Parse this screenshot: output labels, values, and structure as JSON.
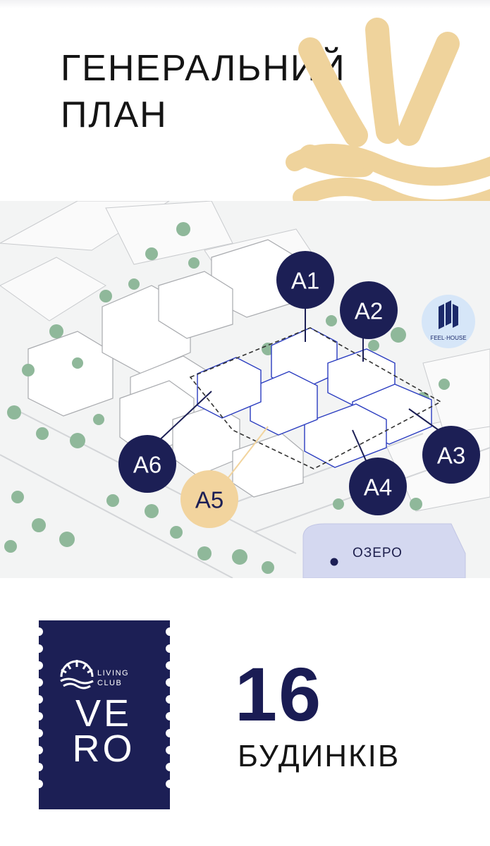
{
  "header": {
    "title_line1": "ГЕНЕРАЛЬНИЙ",
    "title_line2": "ПЛАН"
  },
  "map": {
    "markers": [
      {
        "id": "a1",
        "label": "А1",
        "style": "navy"
      },
      {
        "id": "a2",
        "label": "А2",
        "style": "navy"
      },
      {
        "id": "a3",
        "label": "А3",
        "style": "navy"
      },
      {
        "id": "a4",
        "label": "А4",
        "style": "navy"
      },
      {
        "id": "a5",
        "label": "А5",
        "style": "beige"
      },
      {
        "id": "a6",
        "label": "А6",
        "style": "navy"
      }
    ],
    "feel_house_label": "FEEL·HOUSE",
    "lake_label": "ОЗЕРО"
  },
  "logo": {
    "line1": "LIVING",
    "line2": "CLUB",
    "name_line1": "VE",
    "name_line2": "RO"
  },
  "stats": {
    "count": "16",
    "label": "БУДИНКІВ"
  },
  "colors": {
    "navy": "#1c1f55",
    "beige": "#f2d49e",
    "sun": "#efd39c",
    "lake": "#d4d8f0",
    "tree": "#8fb89a"
  }
}
